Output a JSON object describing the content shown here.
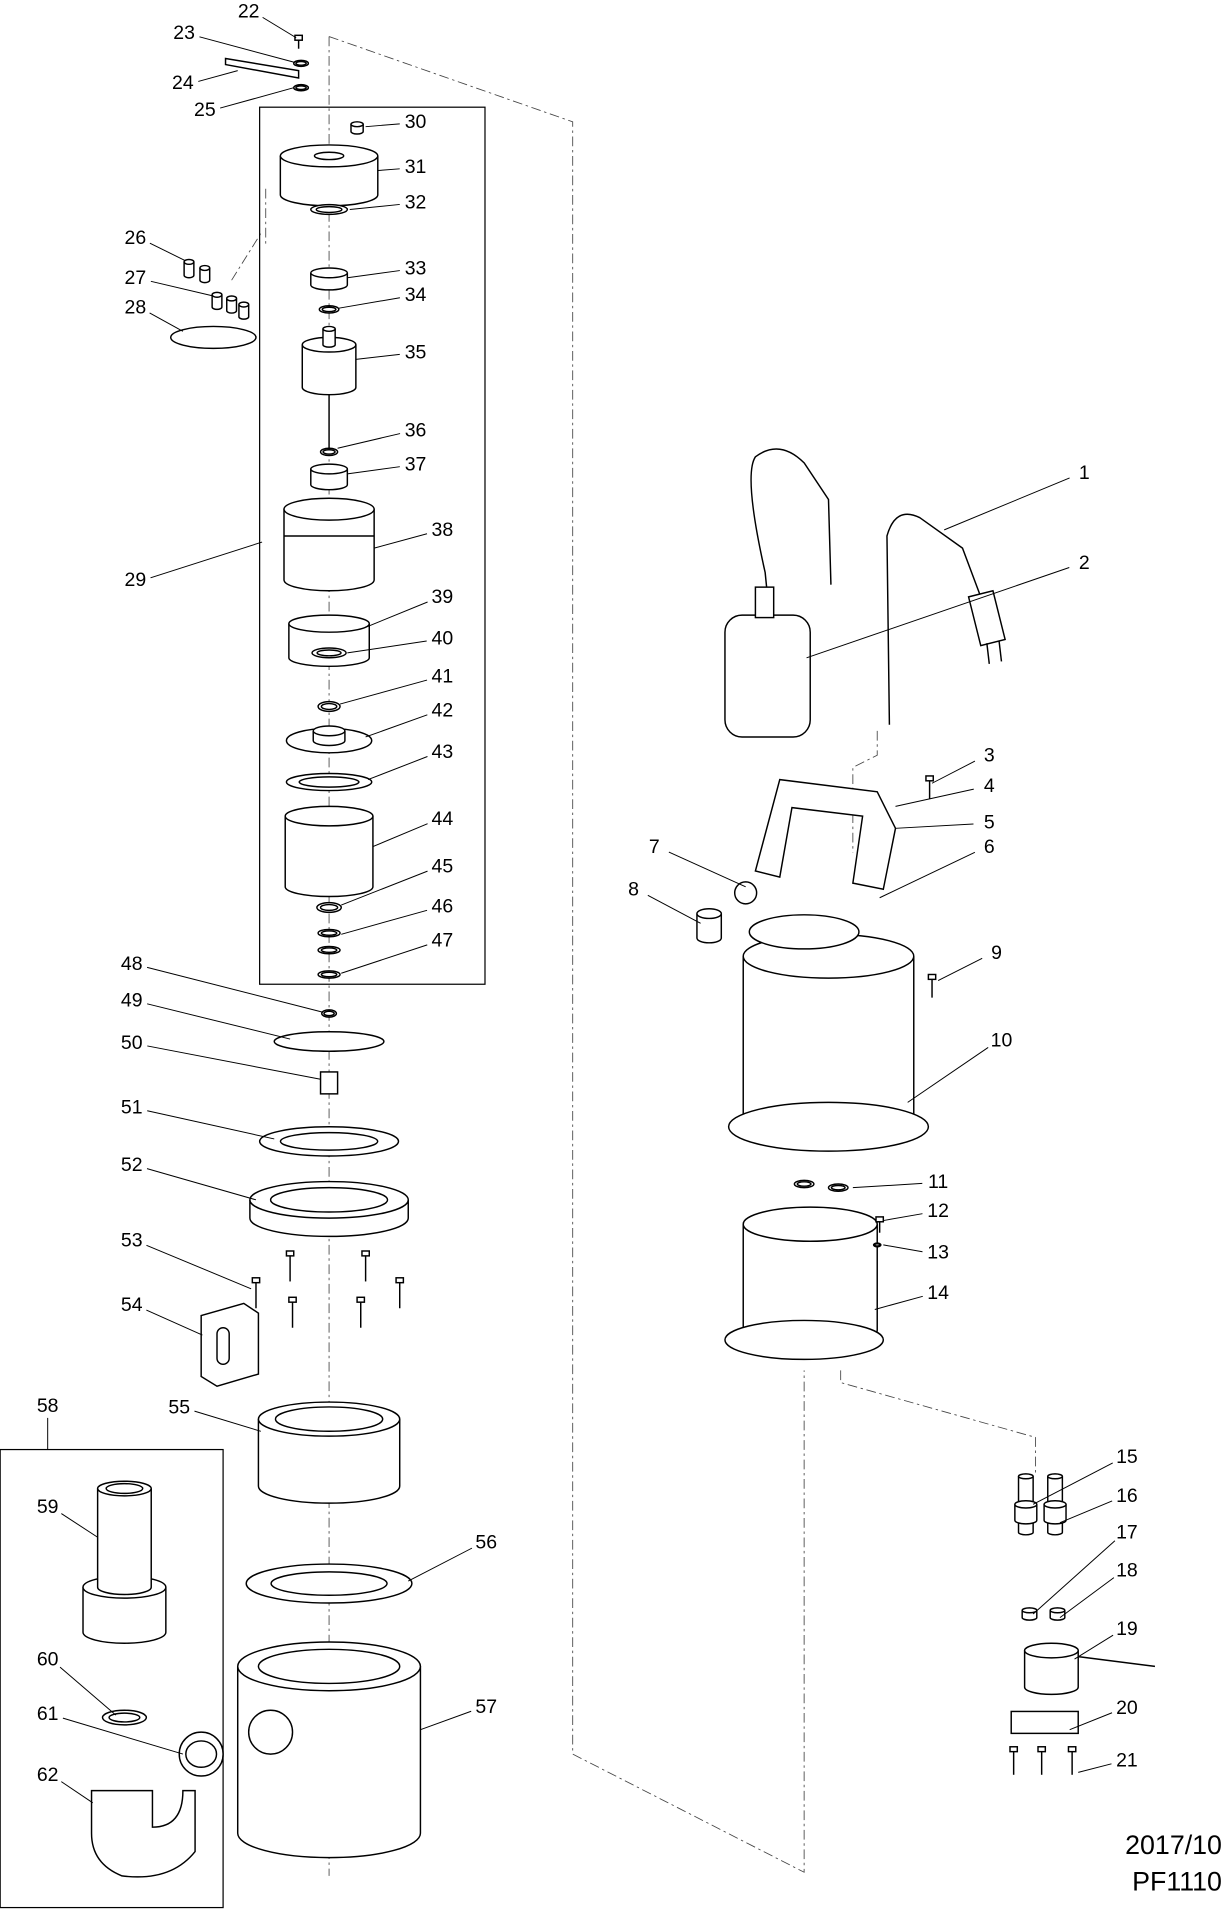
{
  "callouts": [
    "1",
    "2",
    "3",
    "4",
    "5",
    "6",
    "7",
    "8",
    "9",
    "10",
    "11",
    "12",
    "13",
    "14",
    "15",
    "16",
    "17",
    "18",
    "19",
    "20",
    "21",
    "22",
    "23",
    "24",
    "25",
    "26",
    "27",
    "28",
    "29",
    "30",
    "31",
    "32",
    "33",
    "34",
    "35",
    "36",
    "37",
    "38",
    "39",
    "40",
    "41",
    "42",
    "43",
    "44",
    "45",
    "46",
    "47",
    "48",
    "49",
    "50",
    "51",
    "52",
    "53",
    "54",
    "55",
    "56",
    "57",
    "58",
    "59",
    "60",
    "61",
    "62"
  ],
  "footer": {
    "date": "2017/10",
    "code": "PF1110"
  }
}
